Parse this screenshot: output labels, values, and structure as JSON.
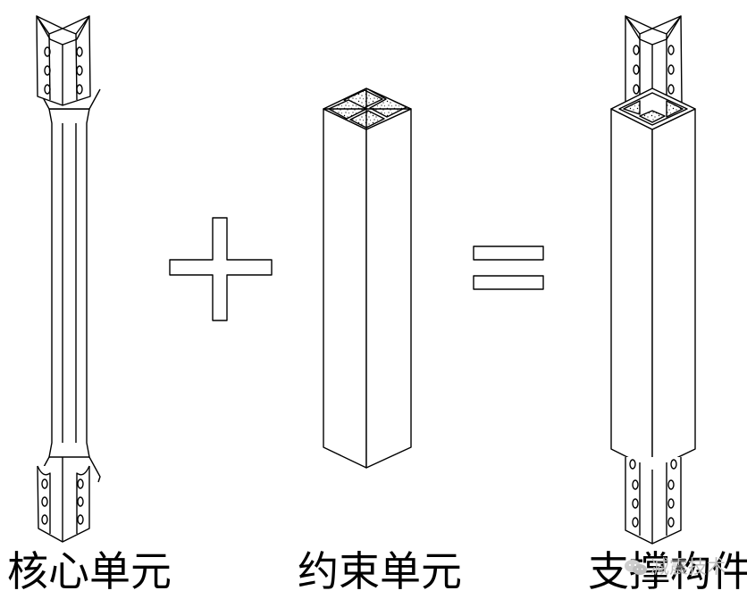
{
  "labels": {
    "core_unit": "核心单元",
    "constraint_unit": "约束单元",
    "brace_member": "支撑构件"
  },
  "watermark": {
    "text": "减震技术",
    "icon": "wechat-icon"
  },
  "colors": {
    "stroke": "#000000",
    "fill": "#ffffff",
    "watermark": "#bdbdbd"
  }
}
